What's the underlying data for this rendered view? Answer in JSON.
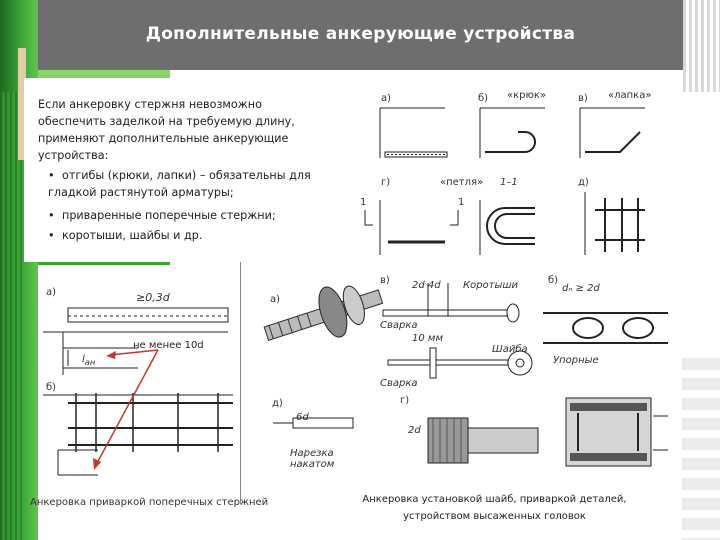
{
  "slide": {
    "title": "Дополнительные анкерующие устройства",
    "intro": "Если анкеровку стержня невозможно обеспечить заделкой на требуемую длину, применяют дополнительные анкерующие устройства:",
    "bullets": [
      "отгибы (крюки, лапки) – обязательны для гладкой растянутой арматуры;",
      "приваренные поперечные стержни;",
      "коротыши, шайбы и др."
    ]
  },
  "figures": {
    "top": {
      "label_a": "а)",
      "label_b": "б)",
      "label_v": "в)",
      "label_g": "г)",
      "label_d": "д)",
      "hook": "«крюк»",
      "paw": "«лапка»",
      "loop": "«петля»",
      "section": "1–1",
      "mark1": "1"
    },
    "left": {
      "label_a": "а)",
      "label_b": "б)",
      "dim_top": "≥0,3d",
      "l_an": "l",
      "l_sub": "ан",
      "note": "не менее 10d",
      "caption": "Анкеровка приваркой поперечных стержней"
    },
    "right": {
      "label_a": "а)",
      "label_v": "в)",
      "label_b": "б)",
      "label_g": "г)",
      "label_d": "д)",
      "korotysh": "Коротыши",
      "svarka": "Сварка",
      "shaiba": "Шайба",
      "dim_2d4d": "2d 4d",
      "dim_4d": "4d",
      "dim_10mm": "10 мм",
      "dim_6d": "6d",
      "dim_2d": "2d",
      "narezka": "Нарезка накатом",
      "dw": "dₙ ≥ 2d",
      "upornye": "Упорные",
      "caption": "Анкеровка установкой шайб, приваркой деталей, устройством высаженных головок"
    }
  }
}
